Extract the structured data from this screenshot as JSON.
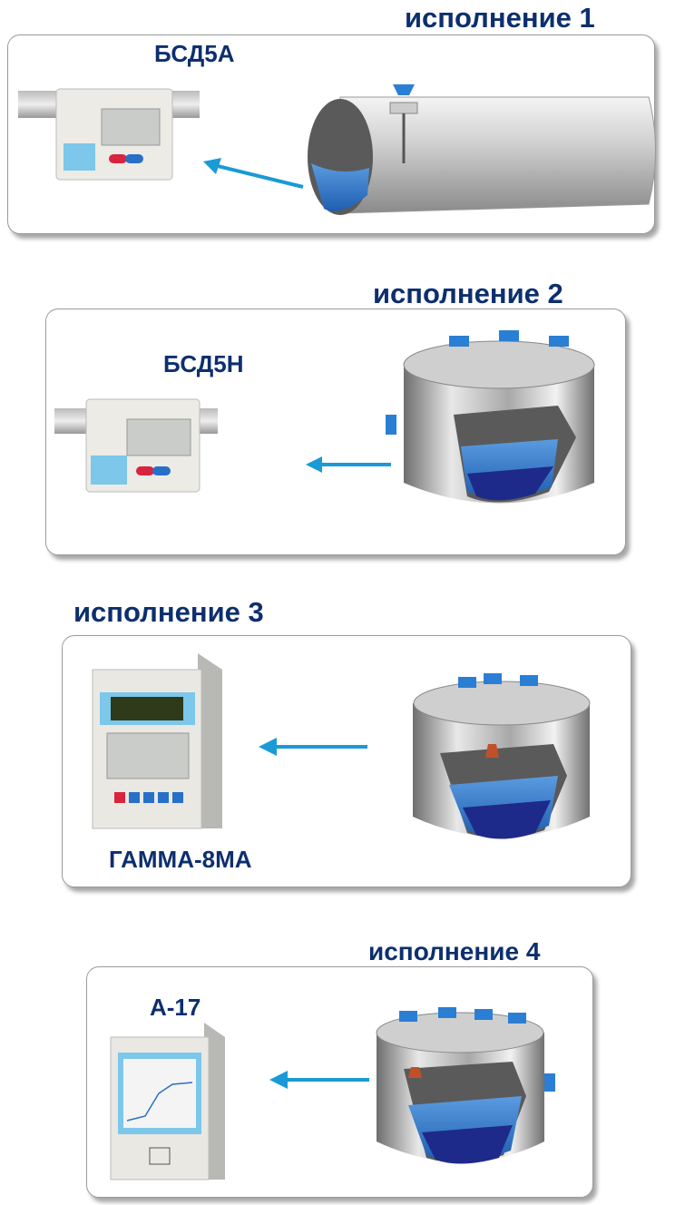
{
  "variants": [
    {
      "title": "исполнение 1",
      "device": "БСД5А"
    },
    {
      "title": "исполнение 2",
      "device": "БСД5Н"
    },
    {
      "title": "исполнение 3",
      "device": "ГАММА-8МА"
    },
    {
      "title": "исполнение 4",
      "device": "А-17"
    }
  ],
  "colors": {
    "title": "#0d2f6e",
    "arrow": "#1a9ad6",
    "liquid": "#3a7fd0",
    "sediment": "#1e2a8a"
  }
}
